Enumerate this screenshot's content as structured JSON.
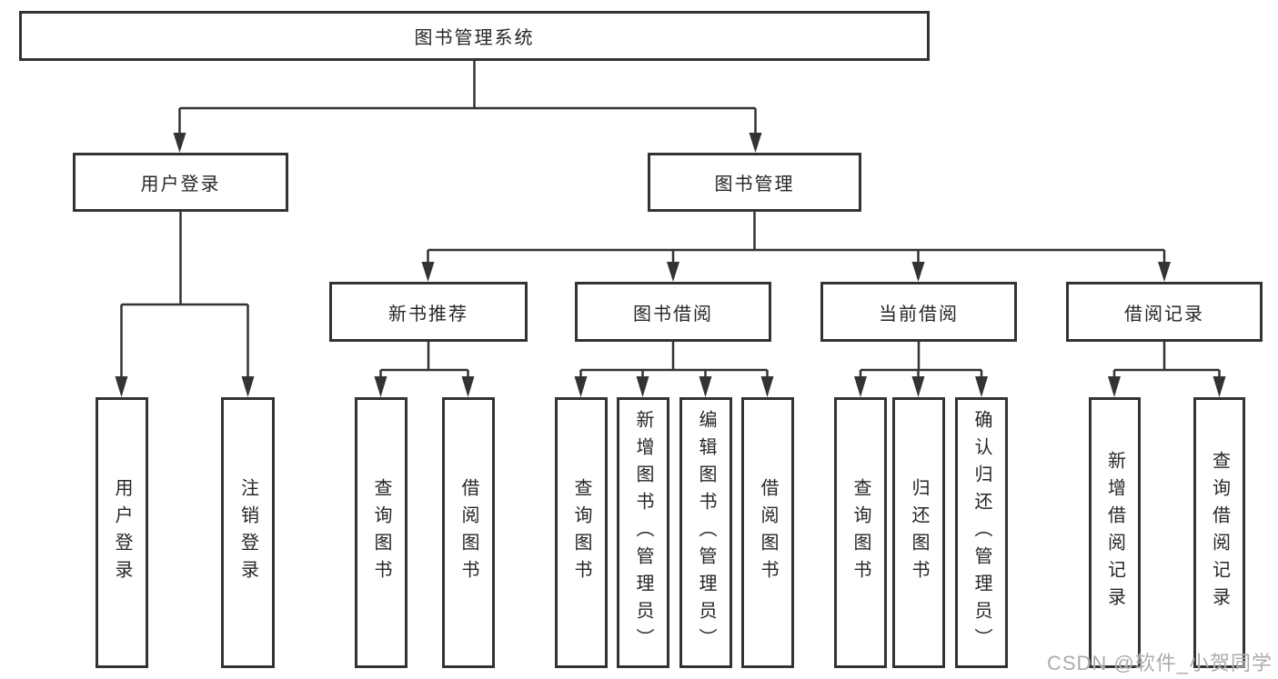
{
  "nodes": {
    "root": "图书管理系统",
    "user_login": "用户登录",
    "book_mgmt": "图书管理",
    "new_book_rec": "新书推荐",
    "book_borrow": "图书借阅",
    "current_borrow": "当前借阅",
    "borrow_records": "借阅记录"
  },
  "leaves": {
    "user_login": [
      "用户登录",
      "注销登录"
    ],
    "new_book_rec": [
      "查询图书",
      "借阅图书"
    ],
    "book_borrow": [
      "查询图书",
      "新增图书（管理员）",
      "编辑图书（管理员）",
      "借阅图书"
    ],
    "current_borrow": [
      "查询图书",
      "归还图书",
      "确认归还（管理员）"
    ],
    "borrow_records": [
      "新增借阅记录",
      "查询借阅记录"
    ]
  },
  "watermark": "CSDN @软件_小贺同学",
  "colors": {
    "line": "#333333",
    "text": "#262626",
    "watermark": "#9e9e9e",
    "background": "#ffffff"
  }
}
